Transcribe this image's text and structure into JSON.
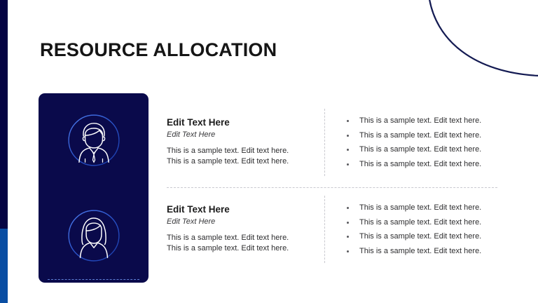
{
  "slide": {
    "title": "RESOURCE ALLOCATION",
    "background_color": "#ffffff",
    "accent_navy": "#050443",
    "accent_blue": "#0a4ea3",
    "panel_color": "#0a0a4b",
    "icon_stroke": "#ffffff",
    "circle_color": "#2f5fd0"
  },
  "avatars": [
    {
      "icon": "male-avatar-icon",
      "label": "Male person avatar"
    },
    {
      "icon": "female-avatar-icon",
      "label": "Female person avatar"
    }
  ],
  "sections": [
    {
      "heading": "Edit Text Here",
      "subheading": "Edit Text Here",
      "body": [
        "This is a sample text. Edit text here.",
        "This is a sample text. Edit text here."
      ],
      "bullets": [
        "This is a sample text. Edit text here.",
        "This is a sample text. Edit text here.",
        "This is a sample text. Edit text here.",
        "This is a sample text. Edit text here."
      ]
    },
    {
      "heading": "Edit Text Here",
      "subheading": "Edit Text Here",
      "body": [
        "This is a sample text. Edit text here.",
        "This is a sample text. Edit text here."
      ],
      "bullets": [
        "This is a sample text. Edit text here.",
        "This is a sample text. Edit text here.",
        "This is a sample text. Edit text here.",
        "This is a sample text. Edit text here."
      ]
    }
  ]
}
